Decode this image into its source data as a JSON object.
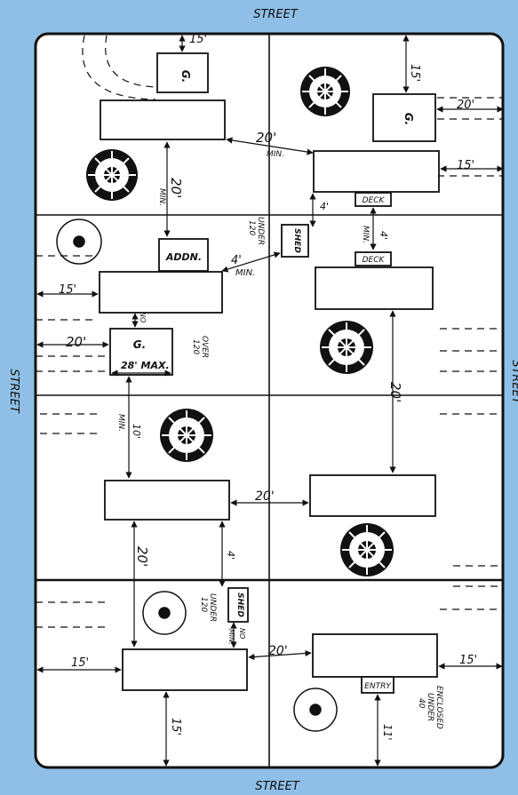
{
  "streets": {
    "top": "STREET",
    "bottom": "STREET",
    "left": "STREET",
    "right": "STREET"
  },
  "buildings": {
    "garage": "G.",
    "addition": "ADDN.",
    "shed": "SHED",
    "deck": "DECK",
    "entry": "ENTRY"
  },
  "dimensions": {
    "d15": "15'",
    "d20": "20'",
    "d20b": "20'",
    "d20c": "20'",
    "d20d": "20'",
    "d20e": "20'",
    "d20f": "20'",
    "d4": "4'",
    "d4b": "4'",
    "d4c": "4'",
    "d4d": "4'",
    "d10": "10'",
    "d11": "11'",
    "d15a": "15'",
    "d15b": "15'",
    "d15c": "15'",
    "d15d": "15'",
    "d15e": "15'",
    "d15f": "15'",
    "d28max": "28' MAX.",
    "min": "MIN.",
    "no": "NO"
  },
  "notes": {
    "under120a": "UNDER",
    "under120b": "120",
    "over120a": "OVER",
    "over120b": "120",
    "under120c": "UNDER",
    "under120d": "120",
    "enclosed": "ENCLOSED",
    "under40a": "UNDER",
    "under40b": "40"
  }
}
